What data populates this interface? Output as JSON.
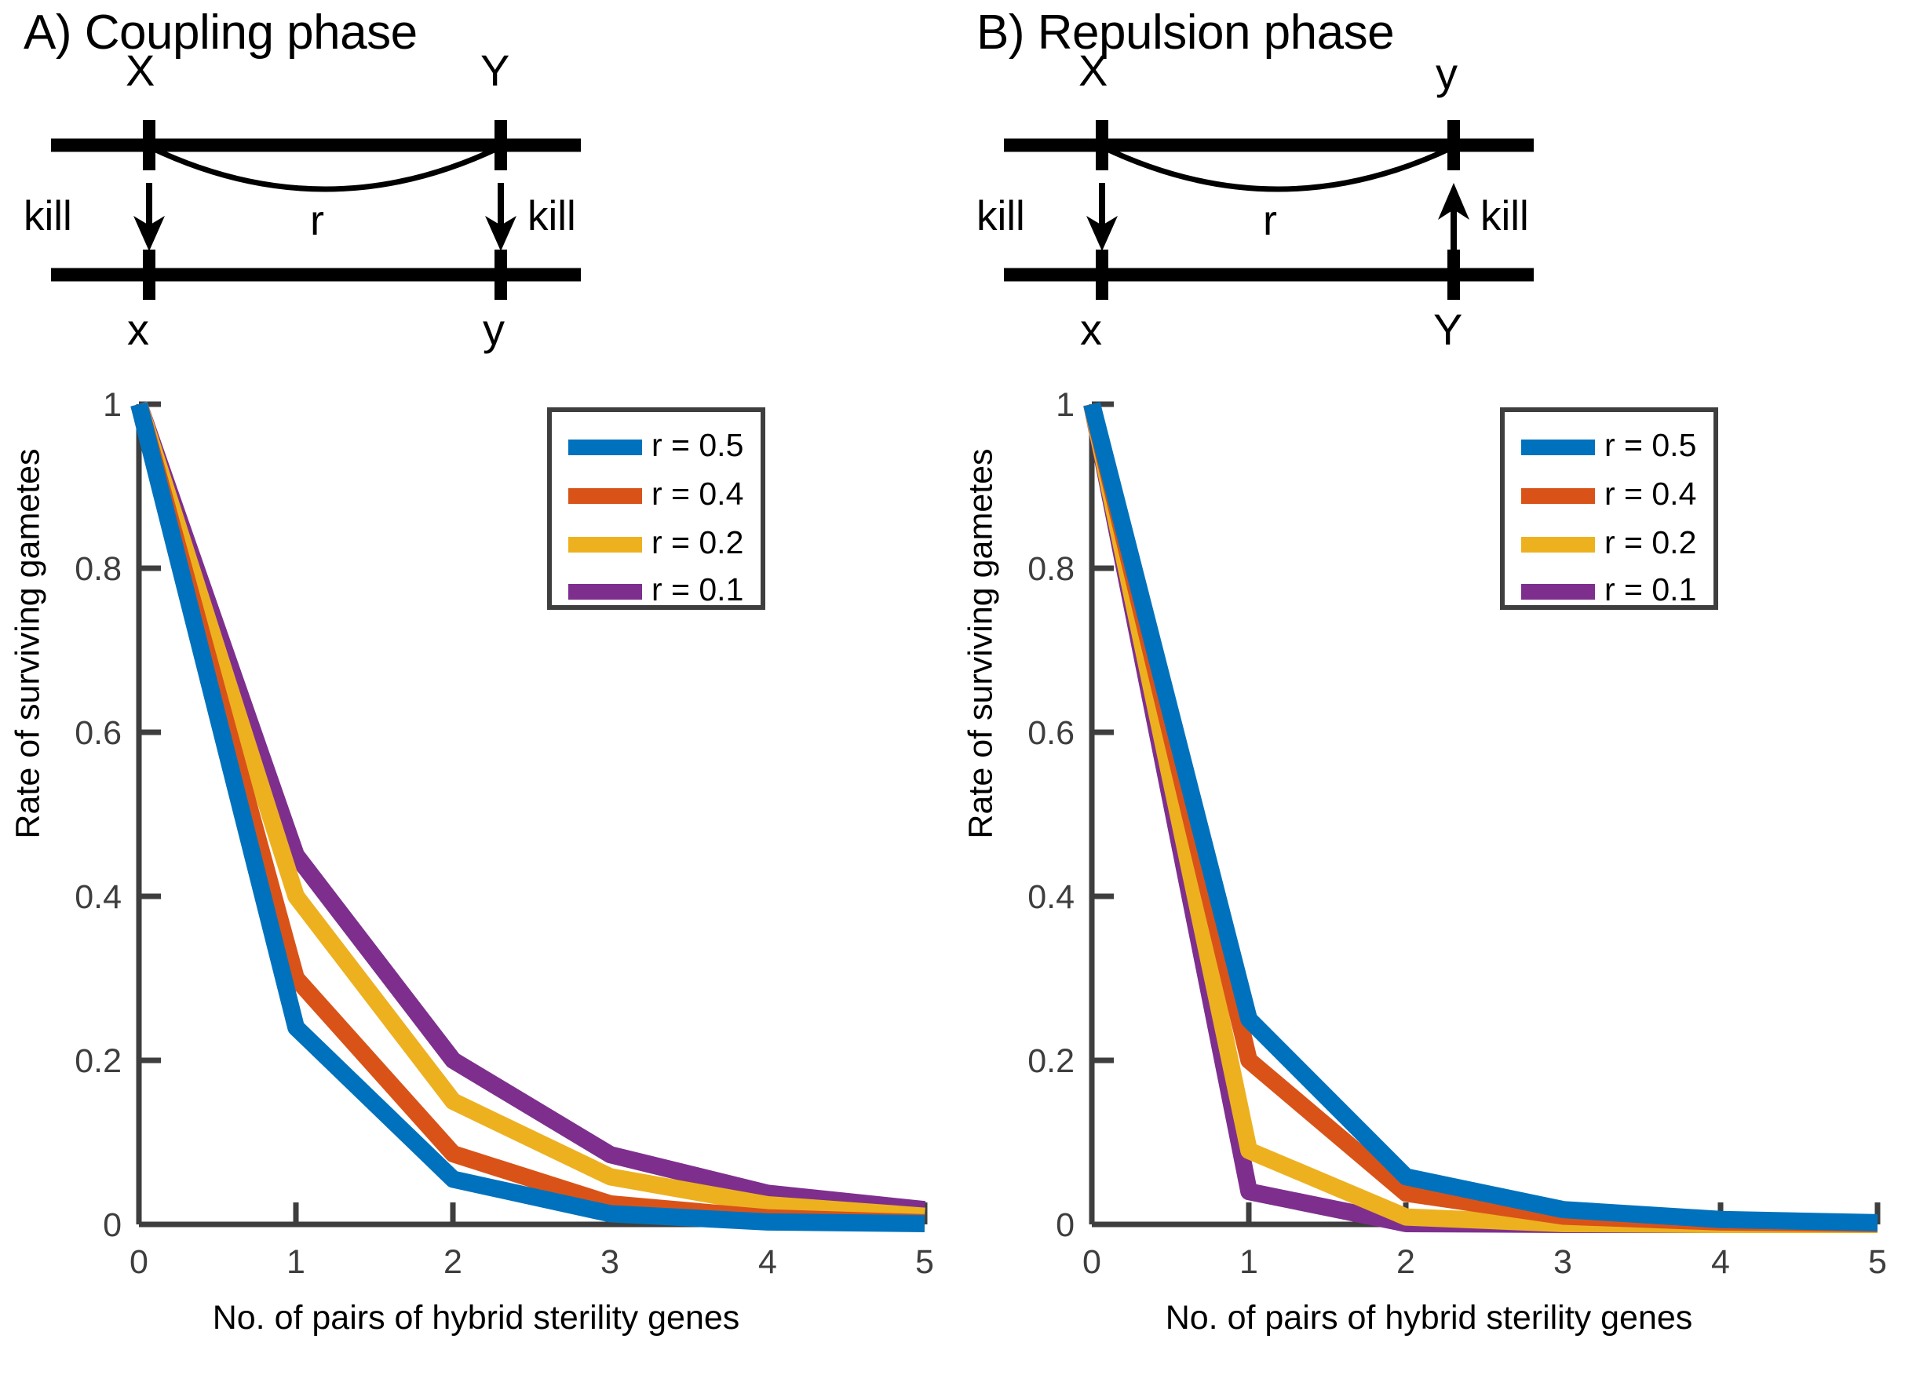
{
  "figure": {
    "background": "#ffffff",
    "series_colors": {
      "r05": "#0072BD",
      "r04": "#D95319",
      "r02": "#EDB120",
      "r01": "#7E2F8E"
    },
    "axis_color": "#3E3E3E",
    "ink_color": "#000000"
  },
  "panels": [
    {
      "id": "A",
      "title": "A) Coupling phase",
      "schematic": {
        "top_locus_left_label": "X",
        "top_locus_right_label": "Y",
        "bottom_locus_left_label": "x",
        "bottom_locus_right_label": "y",
        "recombination_label": "r",
        "left_kill_label": "kill",
        "right_kill_label": "kill",
        "left_arrow_direction": "down",
        "right_arrow_direction": "down"
      },
      "chart": {
        "xlabel": "No. of pairs of hybrid sterility genes",
        "ylabel": "Rate of surviving gametes",
        "xticks": [
          "0",
          "1",
          "2",
          "3",
          "4",
          "5"
        ],
        "yticks": [
          "0",
          "0.2",
          "0.4",
          "0.6",
          "0.8",
          "1"
        ],
        "legend": [
          {
            "label": "r = 0.5",
            "color_key": "r05"
          },
          {
            "label": "r = 0.4",
            "color_key": "r04"
          },
          {
            "label": "r = 0.2",
            "color_key": "r02"
          },
          {
            "label": "r = 0.1",
            "color_key": "r01"
          }
        ]
      }
    },
    {
      "id": "B",
      "title": "B) Repulsion phase",
      "schematic": {
        "top_locus_left_label": "X",
        "top_locus_right_label": "y",
        "bottom_locus_left_label": "x",
        "bottom_locus_right_label": "Y",
        "recombination_label": "r",
        "left_kill_label": "kill",
        "right_kill_label": "kill",
        "left_arrow_direction": "down",
        "right_arrow_direction": "up"
      },
      "chart": {
        "xlabel": "No. of pairs of hybrid sterility genes",
        "ylabel": "Rate of surviving gametes",
        "xticks": [
          "0",
          "1",
          "2",
          "3",
          "4",
          "5"
        ],
        "yticks": [
          "0",
          "0.2",
          "0.4",
          "0.6",
          "0.8",
          "1"
        ],
        "legend": [
          {
            "label": "r = 0.5",
            "color_key": "r05"
          },
          {
            "label": "r = 0.4",
            "color_key": "r04"
          },
          {
            "label": "r = 0.2",
            "color_key": "r02"
          },
          {
            "label": "r = 0.1",
            "color_key": "r01"
          }
        ]
      }
    }
  ],
  "chart_data": [
    {
      "type": "line",
      "title": "A) Coupling phase",
      "xlabel": "No. of pairs of hybrid sterility genes",
      "ylabel": "Rate of surviving gametes",
      "x": [
        0,
        1,
        2,
        3,
        4,
        5
      ],
      "xlim": [
        0,
        5
      ],
      "ylim": [
        0,
        1
      ],
      "grid": false,
      "legend_position": "upper right",
      "series": [
        {
          "name": "r = 0.5",
          "color": "#0072BD",
          "values": [
            1.0,
            0.24,
            0.055,
            0.013,
            0.003,
            0.001
          ]
        },
        {
          "name": "r = 0.4",
          "color": "#D95319",
          "values": [
            1.0,
            0.3,
            0.086,
            0.025,
            0.008,
            0.002
          ]
        },
        {
          "name": "r = 0.2",
          "color": "#EDB120",
          "values": [
            1.0,
            0.4,
            0.15,
            0.058,
            0.024,
            0.01
          ]
        },
        {
          "name": "r = 0.1",
          "color": "#7E2F8E",
          "values": [
            1.0,
            0.45,
            0.2,
            0.085,
            0.038,
            0.018
          ]
        }
      ]
    },
    {
      "type": "line",
      "title": "B) Repulsion phase",
      "xlabel": "No. of pairs of hybrid sterility genes",
      "ylabel": "Rate of surviving gametes",
      "x": [
        0,
        1,
        2,
        3,
        4,
        5
      ],
      "xlim": [
        0,
        5
      ],
      "ylim": [
        0,
        1
      ],
      "grid": false,
      "legend_position": "upper right",
      "series": [
        {
          "name": "r = 0.5",
          "color": "#0072BD",
          "values": [
            1.0,
            0.25,
            0.058,
            0.018,
            0.006,
            0.002
          ]
        },
        {
          "name": "r = 0.4",
          "color": "#D95319",
          "values": [
            1.0,
            0.2,
            0.038,
            0.01,
            0.003,
            0.001
          ]
        },
        {
          "name": "r = 0.2",
          "color": "#EDB120",
          "values": [
            1.0,
            0.09,
            0.009,
            0.001,
            0.0,
            0.0
          ]
        },
        {
          "name": "r = 0.1",
          "color": "#7E2F8E",
          "values": [
            1.0,
            0.04,
            0.001,
            0.0,
            0.0,
            0.0
          ]
        }
      ]
    }
  ]
}
